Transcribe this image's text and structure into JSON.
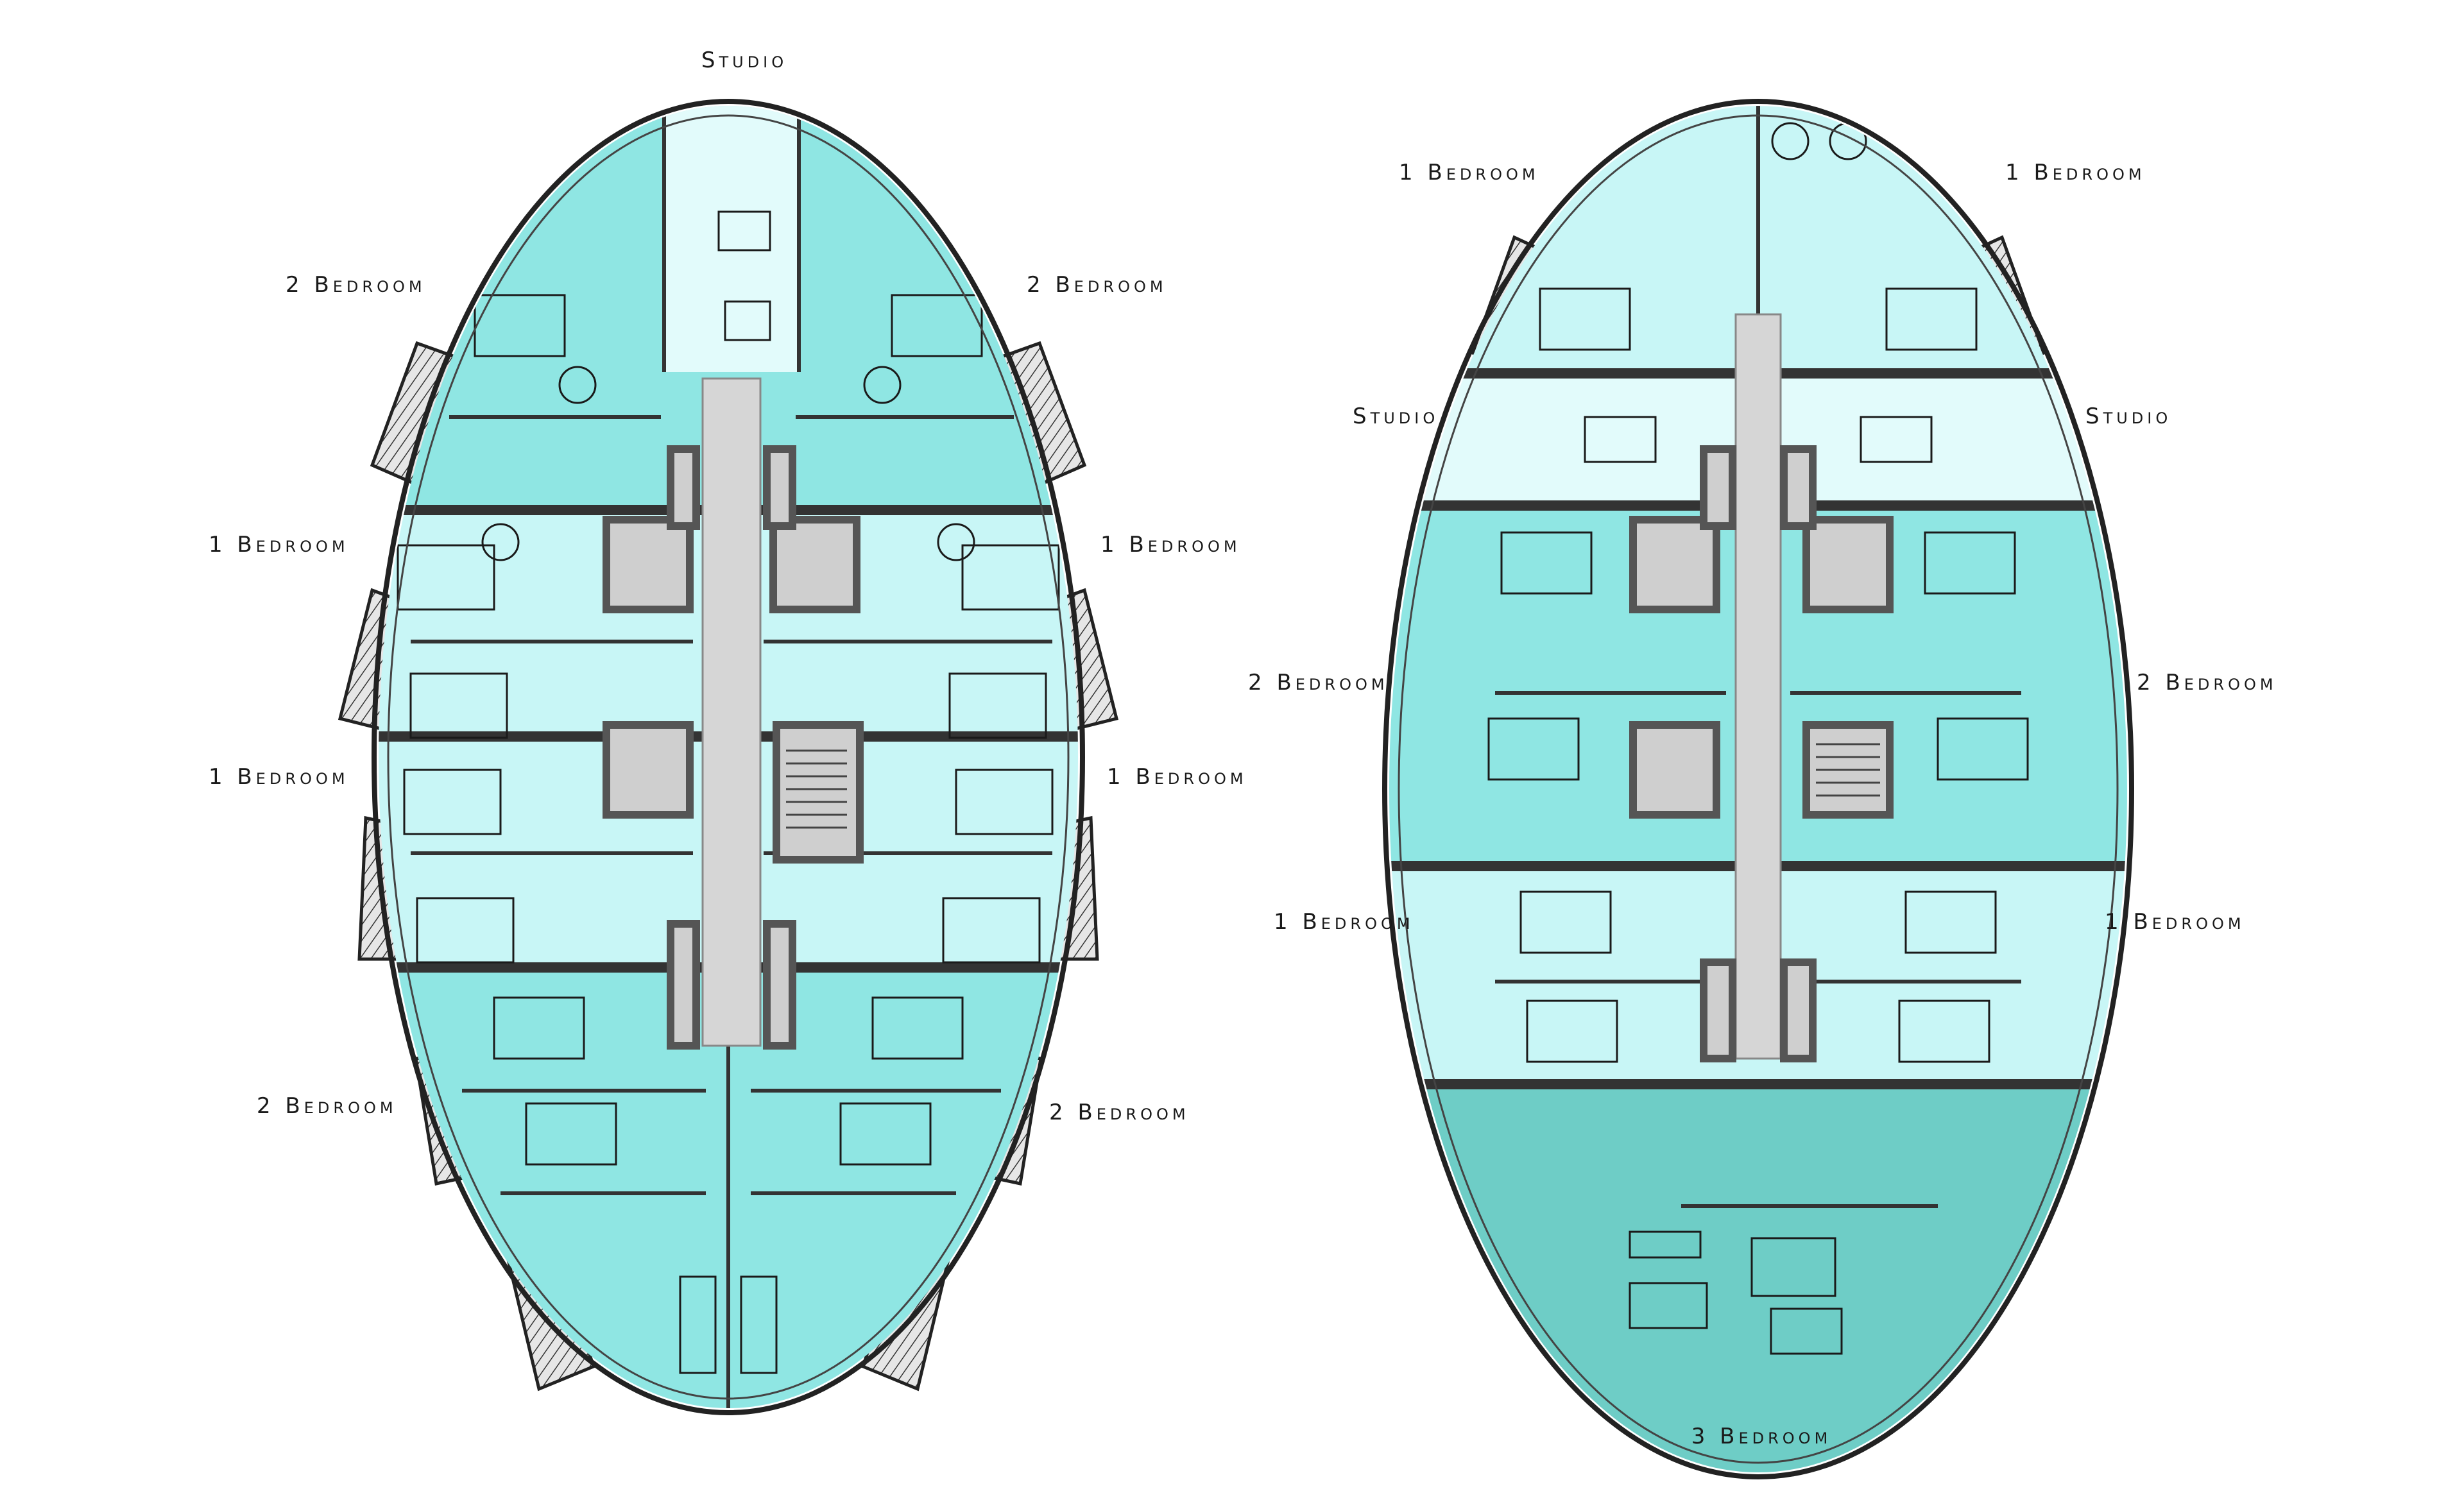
{
  "plans": [
    {
      "id": "plan-left",
      "labels": [
        "Studio",
        "2 Bedroom",
        "2 Bedroom",
        "1 Bedroom",
        "1 Bedroom",
        "1 Bedroom",
        "1 Bedroom",
        "2 Bedroom",
        "2 Bedroom"
      ]
    },
    {
      "id": "plan-right",
      "labels": [
        "1 Bedroom",
        "1 Bedroom",
        "Studio",
        "Studio",
        "2 Bedroom",
        "2 Bedroom",
        "1 Bedroom",
        "1 Bedroom",
        "3 Bedroom"
      ]
    }
  ],
  "colors": {
    "studio": "#e2fbfb",
    "one_bed": "#c8f6f6",
    "two_bed": "#8fe6e3",
    "three_bed": "#6ecdc6",
    "core": "#d6d6d6",
    "wall": "#222222",
    "wall_dark": "#555555",
    "balcony": "#e3e3e3",
    "line": "#1a1a1a"
  }
}
